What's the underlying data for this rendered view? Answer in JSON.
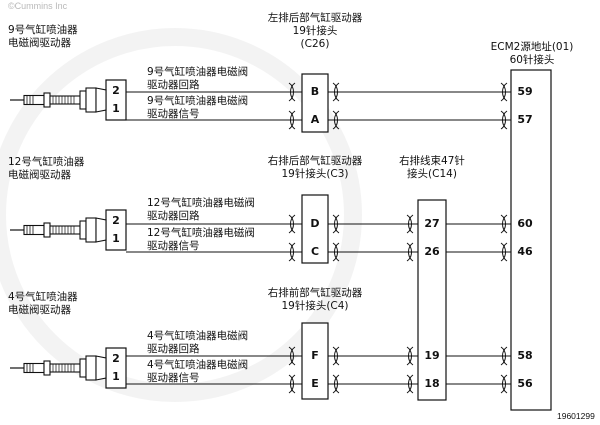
{
  "watermark": "©Cummins Inc",
  "figure_id": "19601299",
  "injectors": {
    "inj9": {
      "line1": "9号气缸喷油器",
      "line2": "电磁阀驱动器"
    },
    "inj12": {
      "line1": "12号气缸喷油器",
      "line2": "电磁阀驱动器"
    },
    "inj4": {
      "line1": "4号气缸喷油器",
      "line2": "电磁阀驱动器"
    }
  },
  "connectors": {
    "c26": {
      "line1": "左排后部气缸驱动器",
      "line2": "19针接头",
      "line3": "(C26)"
    },
    "c3": {
      "line1": "右排后部气缸驱动器",
      "line2": "19针接头(C3)"
    },
    "c4": {
      "line1": "右排前部气缸驱动器",
      "line2": "19针接头(C4)"
    },
    "c14": {
      "line1": "右排线束47针",
      "line2": "接头(C14)"
    },
    "ecm": {
      "line1": "ECM2源地址(01)",
      "line2": "60针接头"
    }
  },
  "wire_labels": {
    "w9_return": {
      "line1": "9号气缸喷油器电磁阀",
      "line2": "驱动器回路"
    },
    "w9_signal": {
      "line1": "9号气缸喷油器电磁阀",
      "line2": "驱动器信号"
    },
    "w12_return": {
      "line1": "12号气缸喷油器电磁阀",
      "line2": "驱动器回路"
    },
    "w12_signal": {
      "line1": "12号气缸喷油器电磁阀",
      "line2": "驱动器信号"
    },
    "w4_return": {
      "line1": "4号气缸喷油器电磁阀",
      "line2": "驱动器回路"
    },
    "w4_signal": {
      "line1": "4号气缸喷油器电磁阀",
      "line2": "驱动器信号"
    }
  },
  "pins": {
    "inj9_p2": "2",
    "inj9_p1": "1",
    "inj12_p2": "2",
    "inj12_p1": "1",
    "inj4_p2": "2",
    "inj4_p1": "1",
    "c26_b": "B",
    "c26_a": "A",
    "c3_d": "D",
    "c3_c": "C",
    "c4_f": "F",
    "c4_e": "E",
    "c14_27": "27",
    "c14_26": "26",
    "c14_19": "19",
    "c14_18": "18",
    "ecm_59": "59",
    "ecm_57": "57",
    "ecm_60": "60",
    "ecm_46": "46",
    "ecm_58": "58",
    "ecm_56": "56"
  }
}
